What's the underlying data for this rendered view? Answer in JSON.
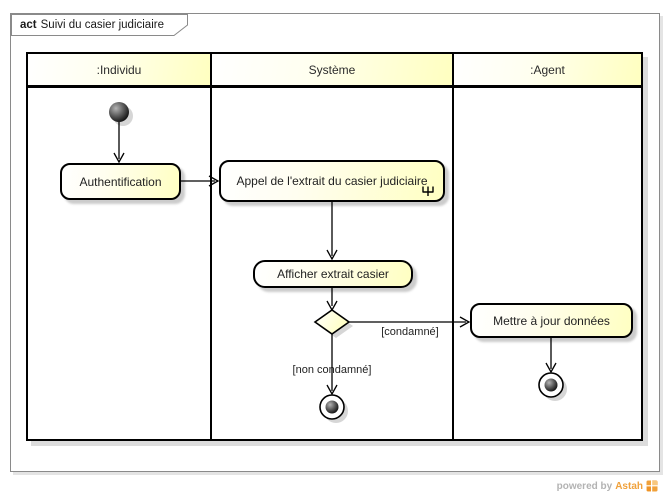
{
  "frame": {
    "keyword": "act",
    "title": "Suivi du casier judiciaire"
  },
  "lanes": [
    {
      "label": ":Individu"
    },
    {
      "label": "Système"
    },
    {
      "label": ":Agent"
    }
  ],
  "nodes": {
    "start": {
      "icon": "initial-node-icon"
    },
    "authentification": {
      "label": "Authentification"
    },
    "appel_extrait": {
      "label": "Appel de l'extrait du casier judiciaire",
      "icon": "rake-icon"
    },
    "afficher_extrait": {
      "label": "Afficher extrait casier"
    },
    "decision": {
      "icon": "decision-diamond-icon"
    },
    "mettre_a_jour": {
      "label": "Mettre à jour données"
    },
    "final_individu_branch": {
      "icon": "activity-final-icon"
    },
    "final_agent_branch": {
      "icon": "activity-final-icon"
    }
  },
  "edges": {
    "guard_condamne": "[condamné]",
    "guard_non_condamne": "[non condamné]"
  },
  "footer": {
    "powered_by": "powered by",
    "brand": "Astah",
    "logo": "astah-logo-icon"
  },
  "colors": {
    "node_fill": "#ffffc2",
    "node_border": "#000000",
    "lane_header_fill": "#ffffc0",
    "frame_border": "#8a8a8a",
    "shadow": "#dcdcdc",
    "brand_orange": "#f0a13b"
  }
}
